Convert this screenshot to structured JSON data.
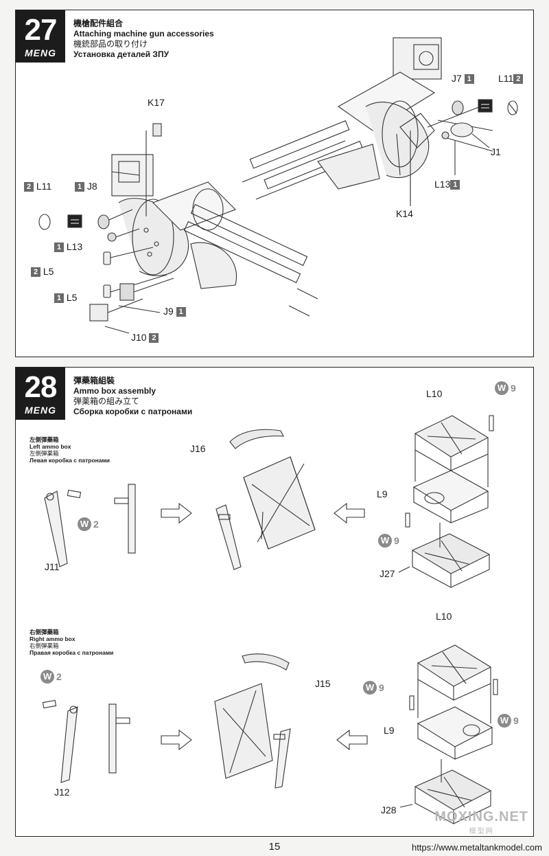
{
  "page": {
    "number": "15",
    "url": "https://www.metaltankmodel.com"
  },
  "watermark": {
    "main": "MOXING.NET",
    "sub": "模型网"
  },
  "colors": {
    "badge": "#1c1c1c",
    "part_box": "#6a6a6a",
    "paint": "#8a8a8a"
  },
  "step27": {
    "number": "27",
    "brand": "MENG",
    "title_cn": "機槍配件組合",
    "title_en": "Attaching machine gun accessories",
    "title_ja": "機銃部品の取り付け",
    "title_ru": "Установка деталей ЗПУ",
    "labels": {
      "k17": "K17",
      "j7": "J7",
      "j7_n": "1",
      "l11_r": "L11",
      "l11_r_n": "2",
      "j1": "J1",
      "l13_r": "L13",
      "l13_r_n": "1",
      "k14": "K14",
      "l11_l": "L11",
      "l11_l_n": "2",
      "j8": "J8",
      "j8_n": "1",
      "l13_l": "L13",
      "l13_l_n": "1",
      "l5_a": "L5",
      "l5_a_n": "2",
      "l5_b": "L5",
      "l5_b_n": "1",
      "j9": "J9",
      "j9_n": "1",
      "j10": "J10",
      "j10_n": "2"
    }
  },
  "step28": {
    "number": "28",
    "brand": "MENG",
    "title_cn": "彈藥箱組裝",
    "title_en": "Ammo box assembly",
    "title_ja": "弾薬箱の組み立て",
    "title_ru": "Сборка коробки с патронами",
    "left_box": {
      "cn": "左側彈藥箱",
      "en": "Left ammo box",
      "ja": "左側弾薬箱",
      "ru": "Левая коробка с патронами"
    },
    "right_box": {
      "cn": "右側彈藥箱",
      "en": "Right ammo box",
      "ja": "右側弾薬箱",
      "ru": "Правая коробка с патронами"
    },
    "labels": {
      "j16": "J16",
      "l10_a": "L10",
      "l9_a": "L9",
      "j11": "J11",
      "j27": "J27",
      "l10_b": "L10",
      "j15": "J15",
      "l9_b": "L9",
      "j12": "J12",
      "j28": "J28"
    },
    "paint": {
      "w_letter": "W",
      "w2_a": "2",
      "w9_a": "9",
      "w9_b": "9",
      "w2_b": "2",
      "w9_c": "9",
      "w9_d": "9"
    }
  }
}
